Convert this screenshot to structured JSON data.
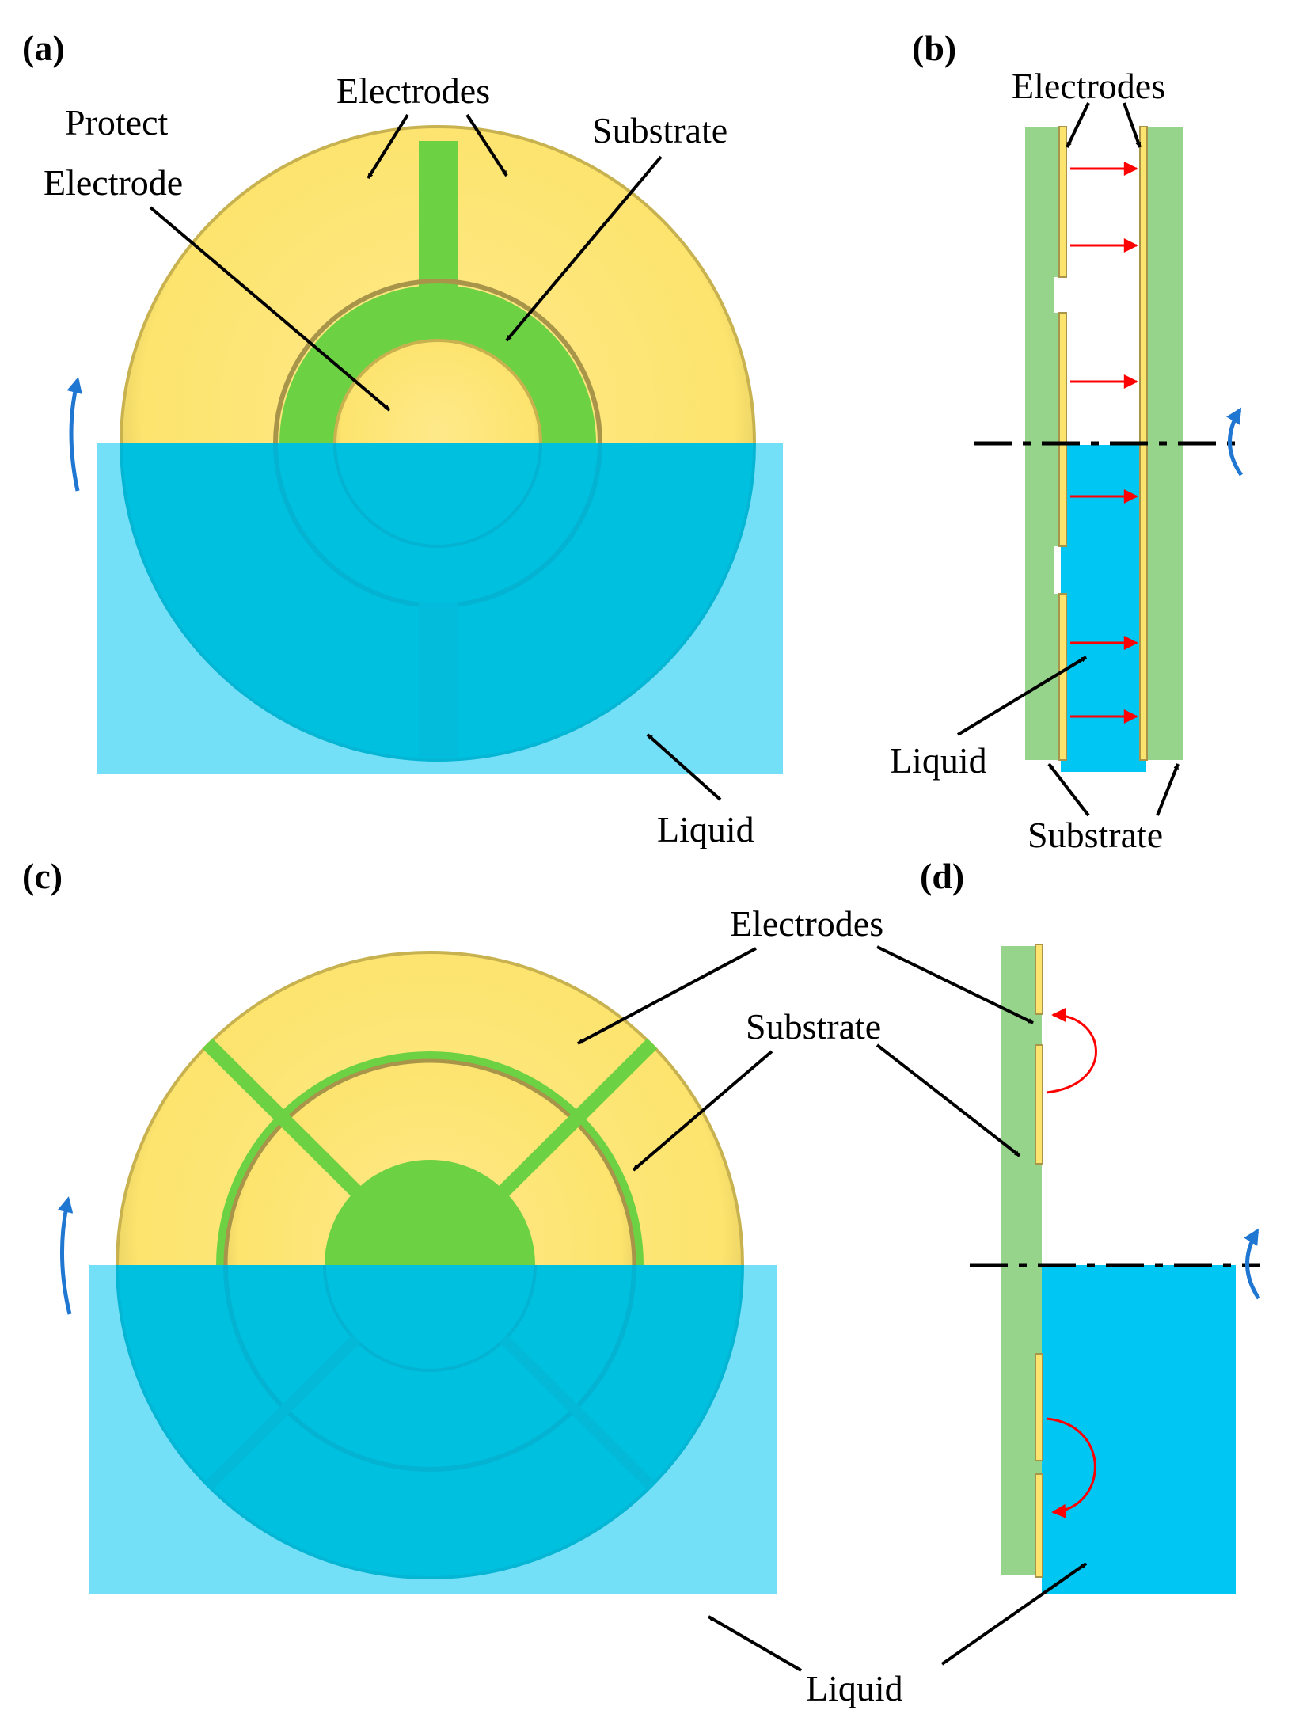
{
  "colors": {
    "electrode": "#fde46e",
    "electrode_edge": "#a8954a",
    "substrate_top": "#6cd143",
    "substrate_side": "#95d48a",
    "liquid": "#00c6f3",
    "field_arrow": "#ff0000",
    "rotation_arrow": "#1f77d2",
    "leader": "#000000"
  },
  "panel_a": {
    "letter": "(a)",
    "labels": {
      "electrodes": "Electrodes",
      "protect_1": "Protect",
      "protect_2": "Electrode",
      "substrate": "Substrate",
      "liquid": "Liquid"
    }
  },
  "panel_b": {
    "letter": "(b)",
    "labels": {
      "electrodes": "Electrodes",
      "liquid": "Liquid",
      "substrate": "Substrate"
    }
  },
  "panel_c": {
    "letter": "(c)"
  },
  "panel_d": {
    "letter": "(d)",
    "labels": {
      "electrodes": "Electrodes",
      "substrate": "Substrate",
      "liquid": "Liquid"
    }
  },
  "icons": {
    "rotation": "curved-rotation-arrow-icon",
    "field": "electric-field-arrow-icon"
  }
}
